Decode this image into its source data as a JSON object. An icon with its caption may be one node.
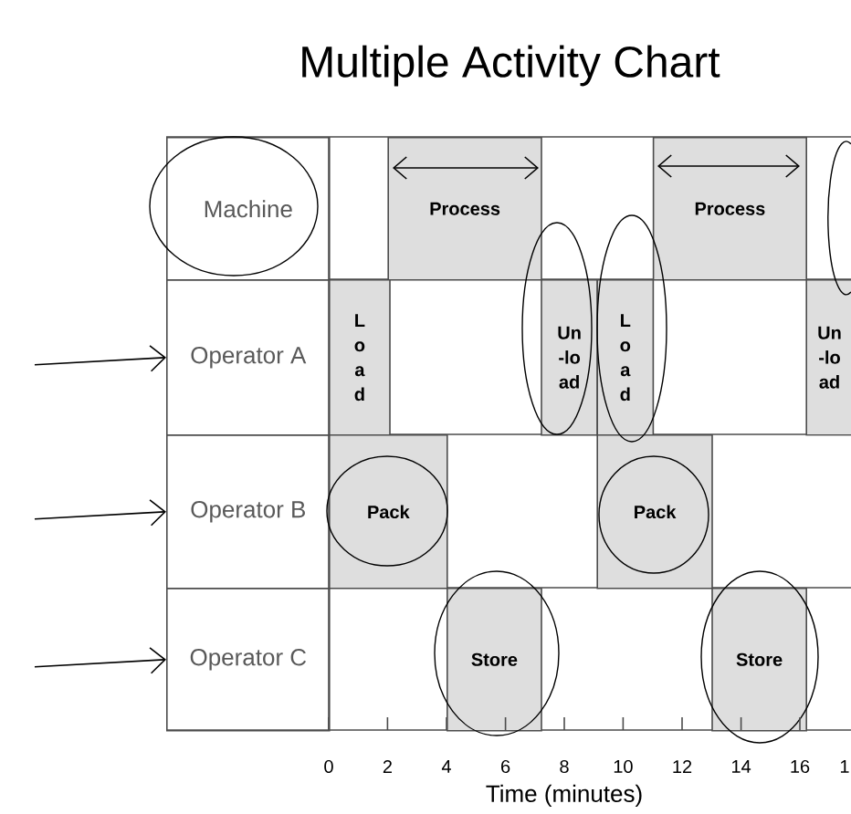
{
  "diagram": {
    "title": "Multiple Activity Chart",
    "nodes": [
      {
        "text": [
          "Machine"
        ]
      },
      {
        "text": [
          "Process"
        ]
      },
      {
        "text": [
          "Process"
        ]
      },
      {
        "text": [
          "Operator A"
        ]
      },
      {
        "text": [
          "L o a d"
        ]
      },
      {
        "text": [
          "Un -lo ad"
        ]
      },
      {
        "text": [
          "L o a d"
        ]
      },
      {
        "text": [
          "Un -lo ad"
        ]
      },
      {
        "text": [
          "Operator B"
        ]
      },
      {
        "text": [
          "Pack"
        ]
      },
      {
        "text": [
          "Pack"
        ]
      },
      {
        "text": [
          "Operator C"
        ]
      },
      {
        "text": [
          "Store"
        ]
      },
      {
        "text": [
          "Store"
        ]
      }
    ],
    "edges": [
      {
        "from": null,
        "to": 3,
        "arrow": "to"
      },
      {
        "from": null,
        "to": 8,
        "arrow": "to"
      },
      {
        "from": null,
        "to": 11,
        "arrow": "to"
      }
    ],
    "labels": [
      "0",
      "2",
      "4",
      "6",
      "8",
      "10",
      "12",
      "14",
      "16",
      "1",
      "Time (minutes)"
    ]
  }
}
